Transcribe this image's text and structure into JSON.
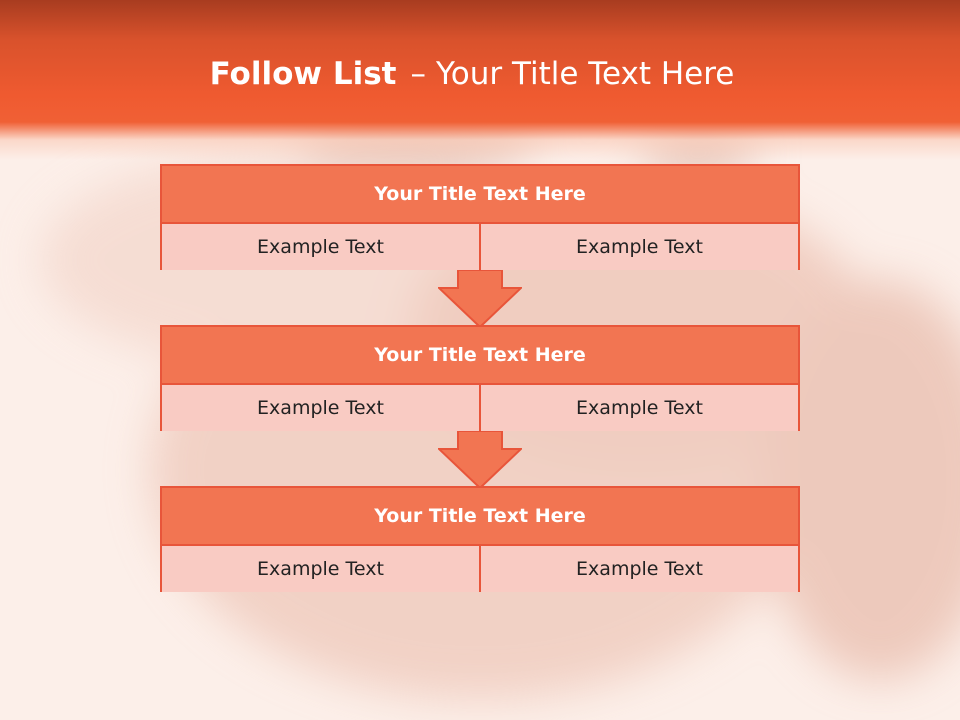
{
  "slide": {
    "title_bold": "Follow List",
    "title_sep": "–",
    "title_rest": "Your Title Text Here"
  },
  "steps": [
    {
      "title": "Your Title Text Here",
      "left": "Example Text",
      "right": "Example Text"
    },
    {
      "title": "Your Title Text Here",
      "left": "Example Text",
      "right": "Example Text"
    },
    {
      "title": "Your Title Text Here",
      "left": "Example Text",
      "right": "Example Text"
    }
  ],
  "colors": {
    "accent": "#f06035",
    "box_header": "#f27552",
    "box_cell": "#f9cbc3",
    "border": "#e8553a"
  }
}
